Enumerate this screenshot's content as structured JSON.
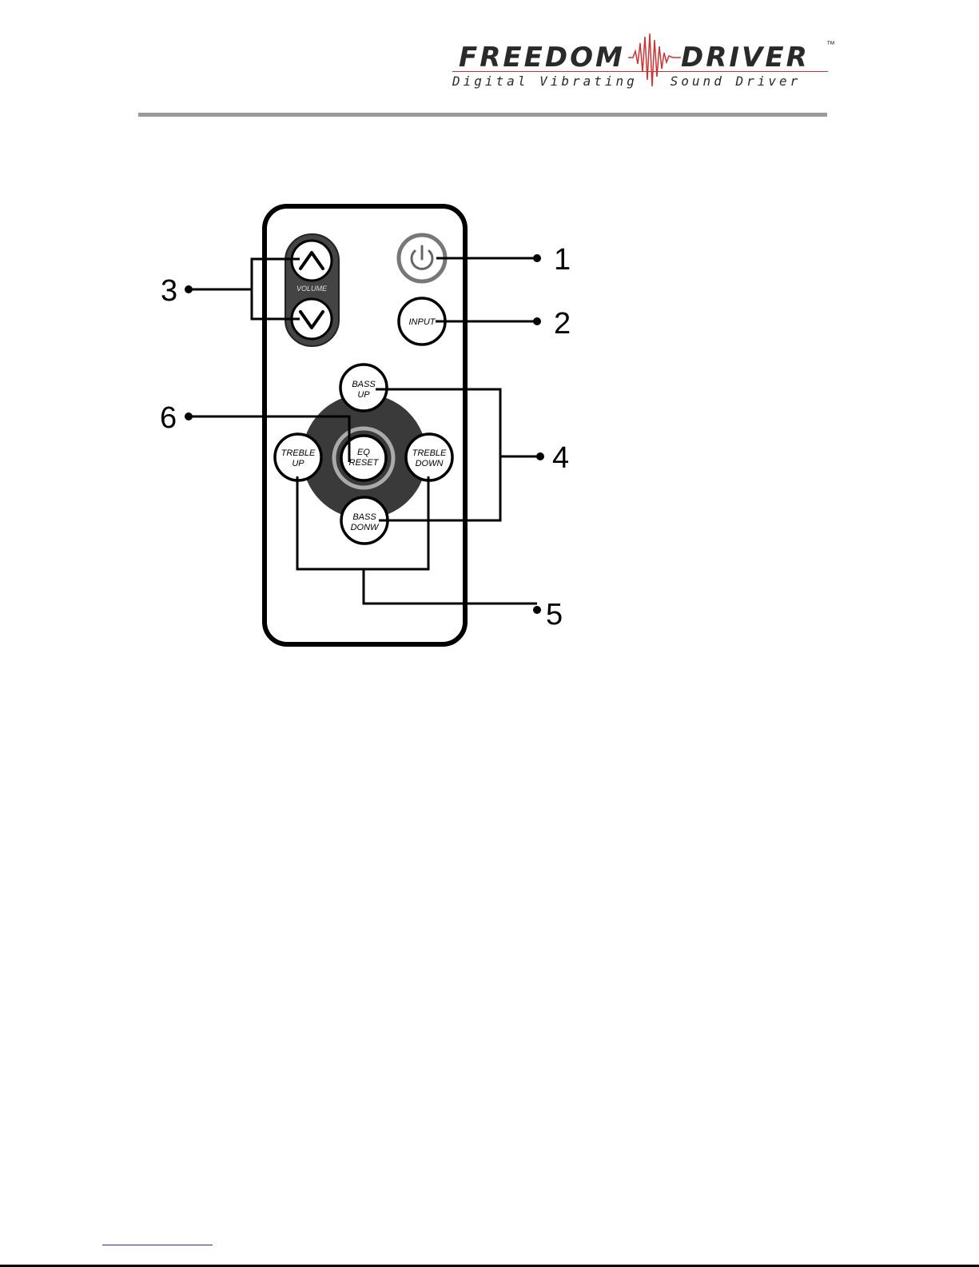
{
  "logo": {
    "brand_word1": "FREEDOM",
    "brand_word2": "DRIVER",
    "tagline": "Digital Vibrating   Sound Driver",
    "trademark": "™"
  },
  "remote": {
    "volume_label": "VOLUME",
    "input_label": "INPUT",
    "bass_up": [
      "BASS",
      "UP"
    ],
    "bass_down": [
      "BASS",
      "DONW"
    ],
    "treble_up": [
      "TREBLE",
      "UP"
    ],
    "treble_down": [
      "TREBLE",
      "DOWN"
    ],
    "eq_reset": [
      "EQ",
      "RESET"
    ]
  },
  "callouts": [
    "1",
    "2",
    "3",
    "4",
    "5",
    "6"
  ],
  "colors": {
    "remote_outline": "#000000",
    "dpad": "#3a3a3a",
    "volume_bar": "#444444",
    "power_button_ring": "#777777",
    "eq_ring": "#aaaaaa",
    "logo_accent": "#cc3333",
    "header_rule": "#9a9a9a"
  }
}
